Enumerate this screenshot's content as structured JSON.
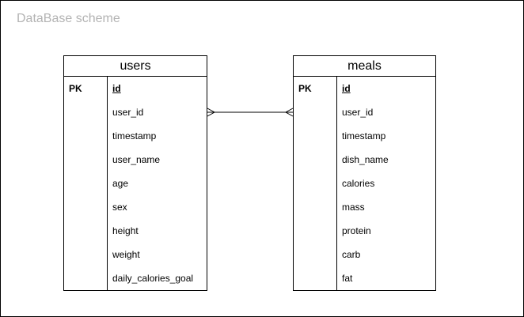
{
  "diagram": {
    "caption": "DataBase scheme",
    "relationship": {
      "from": "users",
      "to": "meals",
      "cardinality": "many-to-many"
    }
  },
  "entities": {
    "users": {
      "title": "users",
      "key_label": "PK",
      "fields": [
        "id",
        "user_id",
        "timestamp",
        "user_name",
        "age",
        "sex",
        "height",
        "weight",
        "daily_calories_goal"
      ]
    },
    "meals": {
      "title": "meals",
      "key_label": "PK",
      "fields": [
        "id",
        "user_id",
        "timestamp",
        "dish_name",
        "calories",
        "mass",
        "protein",
        "carb",
        "fat"
      ]
    }
  },
  "colors": {
    "border": "#000000",
    "caption": "#b3b3b3",
    "background": "#ffffff"
  }
}
